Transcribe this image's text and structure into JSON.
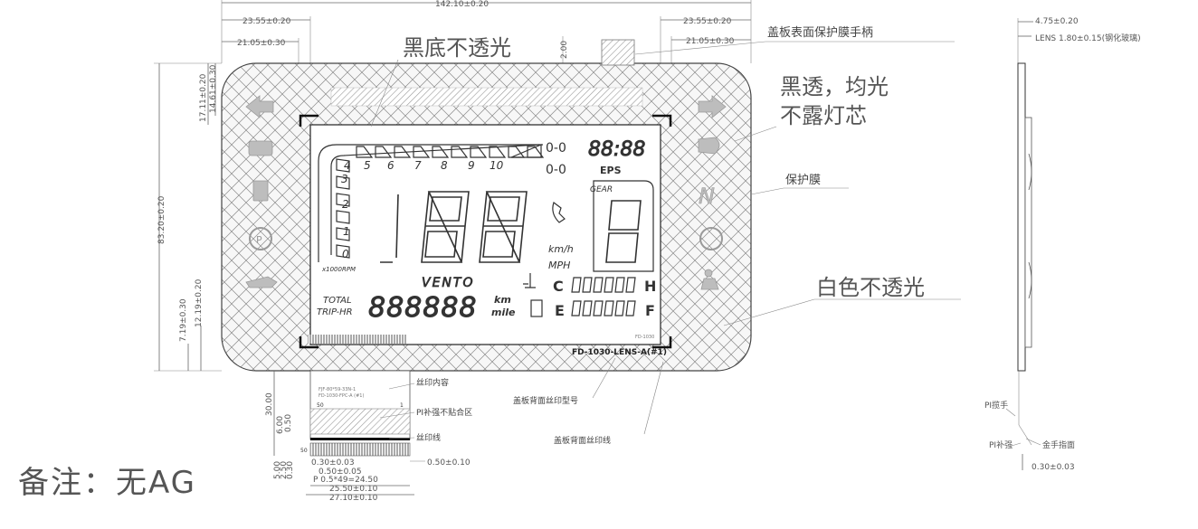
{
  "dimensions": {
    "overall_width": "142.10±0.20",
    "left_a": "23.55±0.20",
    "left_b": "21.05±0.30",
    "right_a": "23.55±0.20",
    "right_b": "21.05±0.30",
    "left_v1": "17.11±0.20",
    "left_v2": "14.61±0.30",
    "height": "83.20±0.20",
    "left_v3": "12.19±0.20",
    "left_v4": "7.19±0.30",
    "top_small": "2.00",
    "side_thick": "4.75±0.20",
    "lens": "LENS 1.80±0.15(钢化玻璃)",
    "fpc_length": "30.00",
    "fpc_v1": "6.00",
    "fpc_v2": "0.50",
    "fpc_v3": "5.00",
    "fpc_v4": "2.50",
    "fpc_v5": "0.30",
    "fpc_t": "0.30±0.03",
    "fpc_pitch": "0.50±0.05",
    "fpc_p": "P 0.5*49=24.50",
    "fpc_w1": "25.50±0.10",
    "fpc_w2": "27.10±0.10",
    "fpc_r": "0.50±0.10",
    "side_bottom": "0.30±0.03"
  },
  "annotations": {
    "black_opaque": "黑底不透光",
    "film_handle": "盖板表面保护膜手柄",
    "black_trans_1": "黑透，均光",
    "black_trans_2": "不露灯芯",
    "protect_film": "保护膜",
    "white_opaque": "白色不透光",
    "silk_content": "丝印内容",
    "silk_line1": "FJF-80*59-33N-1",
    "silk_line2": "FD-1030-FPC-A (#1)",
    "pi_no_bond": "PI补强不贴合区",
    "silk_line": "丝印线",
    "back_model": "盖板背面丝印型号",
    "back_silk_line": "盖板背面丝印线",
    "pi_handle": "PI揽手",
    "pi_stiff": "PI补强",
    "gold_finger": "金手指面",
    "part_number": "FD-1030-LENS-A(#1)",
    "small_label": "FD-1030",
    "pin_50": "50",
    "pin_1": "1"
  },
  "lcd": {
    "rpm_ticks": [
      "4",
      "5",
      "6",
      "7",
      "8",
      "9",
      "10"
    ],
    "rpm_left": [
      "3",
      "2",
      "1",
      "0"
    ],
    "rpm_unit": "x1000RPM",
    "clock": "88:88",
    "eps": "EPS",
    "gear_label": "GEAR",
    "speed_unit_1": "km/h",
    "speed_unit_2": "MPH",
    "brand": "VENTO",
    "total": "TOTAL",
    "triphr": "TRIP-HR",
    "odo": "888888",
    "odo_unit_1": "km",
    "odo_unit_2": "mile",
    "temp_c": "C",
    "temp_h": "H",
    "fuel_e": "E",
    "fuel_f": "F",
    "neutral": "N"
  },
  "note": "备注：无AG"
}
